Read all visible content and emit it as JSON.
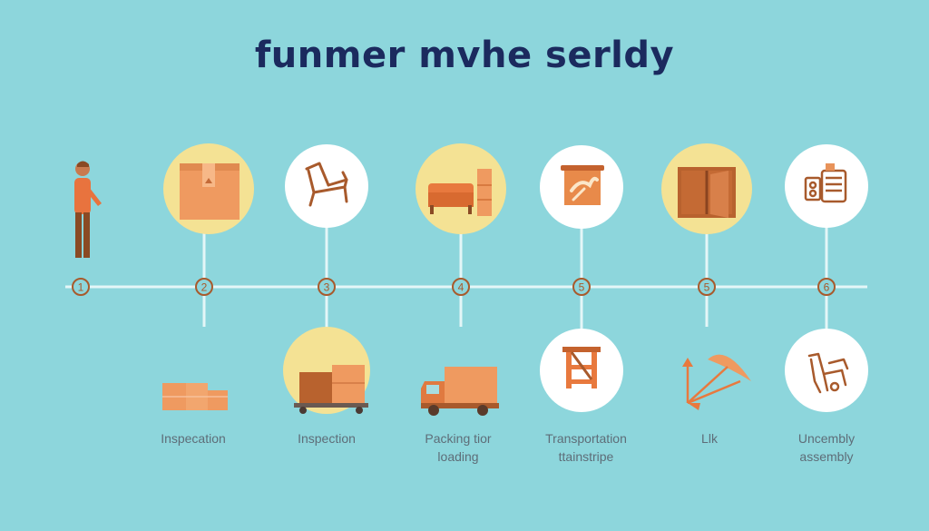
{
  "title": "funmer mvhe serldy",
  "steps": [
    {
      "number": "1"
    },
    {
      "number": "2"
    },
    {
      "number": "3"
    },
    {
      "number": "4"
    },
    {
      "number": "5"
    },
    {
      "number": "5"
    },
    {
      "number": "6"
    }
  ],
  "labels": [
    [
      "Inspecation"
    ],
    [
      "Inspection"
    ],
    [
      "Packing tior",
      "loading"
    ],
    [
      "Transportation",
      "ttainstripe"
    ],
    [
      "Llk"
    ],
    [
      "Uncembly",
      "assembly"
    ]
  ],
  "colors": {
    "background": "#8dd6dc",
    "title": "#1b2a5e",
    "accent_orange": "#e8935a",
    "accent_brown": "#a85a2c",
    "yellow_circle": "#f4e294",
    "white_circle": "#ffffff",
    "line": "#e4f6f7",
    "label": "#5e6d78"
  },
  "icons": {
    "top": [
      "cardboard-box-icon",
      "armchair-icon",
      "sofa-icon",
      "map-icon",
      "door-icon",
      "appliance-icon"
    ],
    "bottom": [
      "stacked-boxes-icon",
      "boxes-on-cart-icon",
      "moving-truck-icon",
      "ladder-icon",
      "umbrella-tools-icon",
      "chair-assembly-icon"
    ]
  }
}
